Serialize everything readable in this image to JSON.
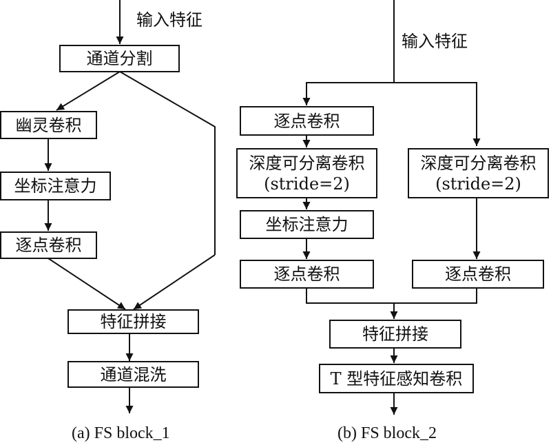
{
  "panel_a": {
    "input_label": "输入特征",
    "channel_split": "通道分割",
    "ghost_conv": "幽灵卷积",
    "coord_attention": "坐标注意力",
    "pointwise_conv": "逐点卷积",
    "concat": "特征拼接",
    "channel_shuffle": "通道混洗",
    "caption": "(a) FS block_1"
  },
  "panel_b": {
    "input_label": "输入特征",
    "left": {
      "pointwise_conv_top": "逐点卷积",
      "dw_conv_line1": "深度可分离卷积",
      "dw_conv_line2": "(stride=2)",
      "coord_attention": "坐标注意力",
      "pointwise_conv_bottom": "逐点卷积"
    },
    "right": {
      "dw_conv_line1": "深度可分离卷积",
      "dw_conv_line2": "(stride=2)",
      "pointwise_conv": "逐点卷积"
    },
    "concat": "特征拼接",
    "t_conv": "T 型特征感知卷积",
    "caption": "(b) FS block_2"
  }
}
